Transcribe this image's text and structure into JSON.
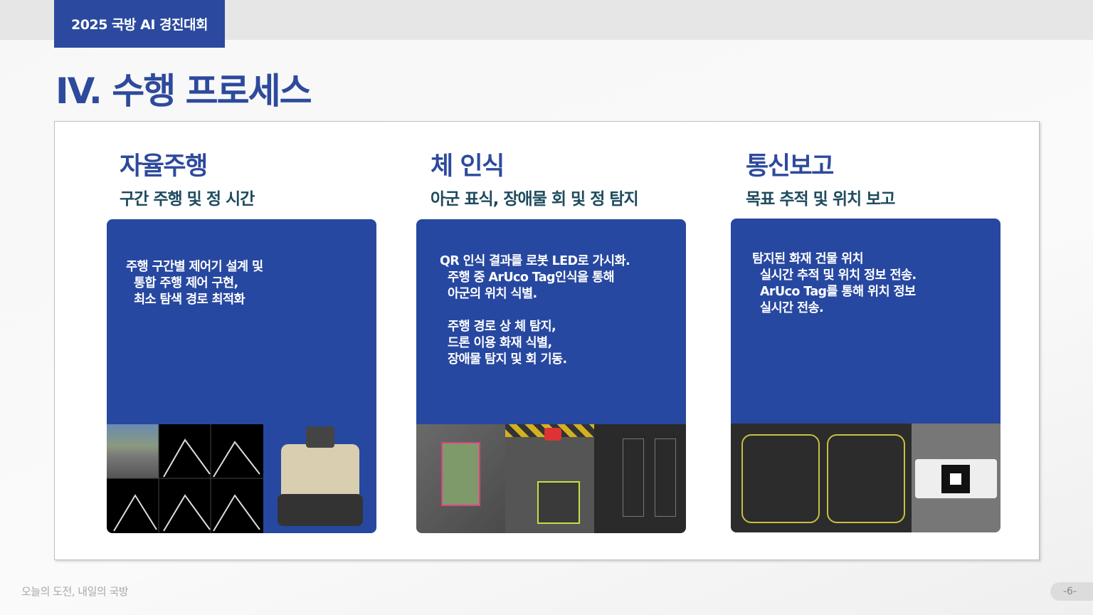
{
  "header": {
    "tab": "2025 국방 AI 경진대회",
    "title": "IV. 수행 프로세스"
  },
  "columns": [
    {
      "heading": "자율주행",
      "subheading": "구간 주행 및 정 시간",
      "body": "주행 구간별 제어기 설계 및\n  통합 주행 제어 구현,\n  최소 탐색 경로 최적화"
    },
    {
      "heading": "체 인식",
      "subheading": "아군 표식, 장애물 회 및 정 탐지",
      "body": "QR 인식 결과를 로봇 LED로 가시화.\n  주행 중 ArUco Tag인식을 통해\n  아군의 위치 식별.\n\n  주행 경로 상 체 탐지,\n  드론 이용 화재 식별,\n  장애물 탐지 및 회 기동."
    },
    {
      "heading": "통신보고",
      "subheading": "목표 추적 및 위치 보고",
      "body": "탐지된 화재 건물 위치\n  실시간 추적 및 위치 정보 전송.\n  ArUco Tag를 통해 위치 정보\n  실시간 전송."
    }
  ],
  "footer": {
    "slogan": "오늘의 도전, 내일의 국방",
    "page": "-6-"
  },
  "colors": {
    "brand": "#2b4a9f",
    "card": "#2748a0"
  }
}
